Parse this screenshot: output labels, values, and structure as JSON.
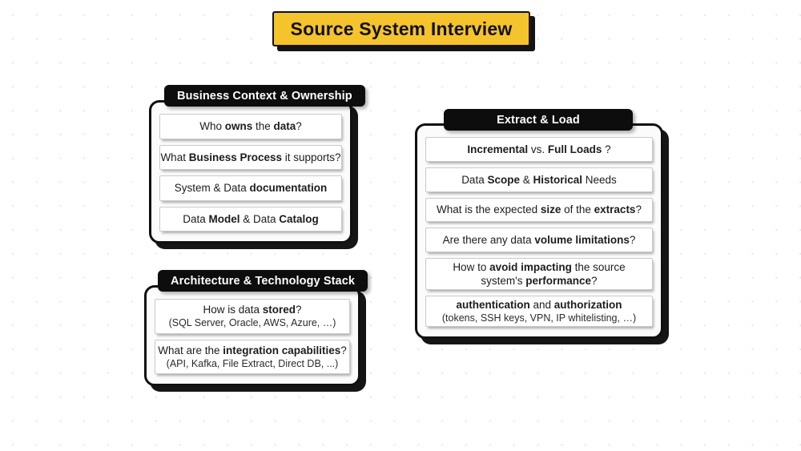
{
  "title": {
    "text": "Source System Interview",
    "background_color": "#F5C32C",
    "text_color": "#111111"
  },
  "theme": {
    "card_border_color": "#101010",
    "card_background": "#fbfbfb",
    "header_background": "#0d0d0d",
    "header_text_color": "#ffffff",
    "item_background": "#ffffff",
    "page_background": "#ffffff",
    "dot_color": "#e9e9ef"
  },
  "cards": [
    {
      "id": "business-context-ownership",
      "header": "Business Context & Ownership",
      "items": [
        {
          "line1_html": "Who <b>owns</b> the <b>data</b>?"
        },
        {
          "line1_html": "What <b>Business Process</b> it supports?"
        },
        {
          "line1_html": "System &amp; Data <b>documentation</b>"
        },
        {
          "line1_html": "Data <b>Model</b> &amp; Data <b>Catalog</b>"
        }
      ]
    },
    {
      "id": "architecture-technology-stack",
      "header": "Architecture & Technology Stack",
      "items": [
        {
          "line1_html": "How is data <b>stored</b>?",
          "line2_html": "(SQL Server, Oracle, AWS, Azure, …)"
        },
        {
          "line1_html": "What are the <b>integration capabilities</b>?",
          "line2_html": "(API, Kafka, File Extract, Direct DB, ...)"
        }
      ]
    },
    {
      "id": "extract-load",
      "header": "Extract & Load",
      "items": [
        {
          "line1_html": "<b>Incremental</b> vs. <b>Full Loads</b> ?"
        },
        {
          "line1_html": "Data <b>Scope</b> &amp; <b>Historical</b> Needs"
        },
        {
          "line1_html": "What is the expected <b>size</b> of the <b>extracts</b>?"
        },
        {
          "line1_html": "Are there any data <b>volume limitations</b>?"
        },
        {
          "line1_html": "How to <b>avoid impacting</b> the source",
          "line2_html": "system's <b>performance</b>?"
        },
        {
          "line1_html": "<b>authentication</b> and <b>authorization</b>",
          "line2_html": "(tokens, SSH keys, VPN, IP whitelisting, …)"
        }
      ]
    }
  ]
}
